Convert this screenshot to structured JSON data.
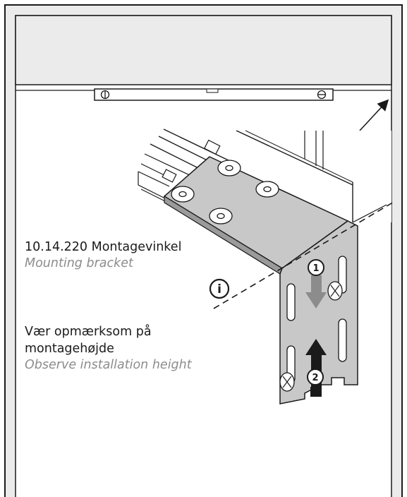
{
  "part": {
    "label_da": "10.14.220 Montagevinkel",
    "label_en": "Mounting bracket"
  },
  "note": {
    "line1_da": "Vær opmærksom på",
    "line2_da": "montagehøjde",
    "label_en": "Observe installation height"
  },
  "steps": {
    "step1": "1",
    "step2": "2"
  },
  "info_icon": "i",
  "colors": {
    "panel_fill": "#ebebeb",
    "bracket_fill": "#c8c8c8",
    "line": "#1a1a1a",
    "caption_en": "#8c8c8c"
  }
}
